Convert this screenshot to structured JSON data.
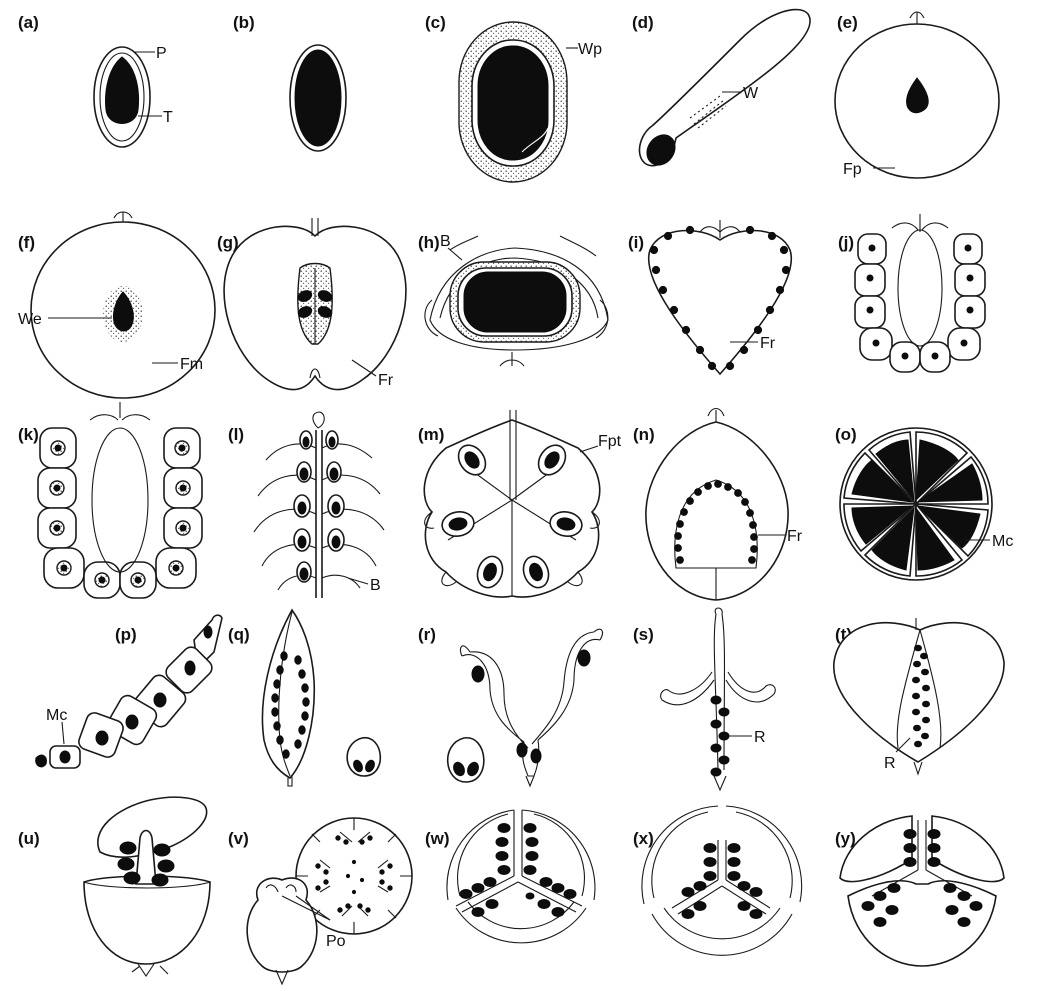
{
  "panels": [
    {
      "id": "a",
      "label": "(a)",
      "callouts": [
        "P",
        "T"
      ]
    },
    {
      "id": "b",
      "label": "(b)",
      "callouts": []
    },
    {
      "id": "c",
      "label": "(c)",
      "callouts": [
        "Wp"
      ]
    },
    {
      "id": "d",
      "label": "(d)",
      "callouts": [
        "W"
      ]
    },
    {
      "id": "e",
      "label": "(e)",
      "callouts": [
        "Fp"
      ]
    },
    {
      "id": "f",
      "label": "(f)",
      "callouts": [
        "We",
        "Fm"
      ]
    },
    {
      "id": "g",
      "label": "(g)",
      "callouts": [
        "Fr"
      ]
    },
    {
      "id": "h",
      "label": "(h)",
      "callouts": [
        "B"
      ]
    },
    {
      "id": "i",
      "label": "(i)",
      "callouts": [
        "Fr"
      ]
    },
    {
      "id": "j",
      "label": "(j)",
      "callouts": []
    },
    {
      "id": "k",
      "label": "(k)",
      "callouts": []
    },
    {
      "id": "l",
      "label": "(l)",
      "callouts": [
        "B"
      ]
    },
    {
      "id": "m",
      "label": "(m)",
      "callouts": [
        "Fpt"
      ]
    },
    {
      "id": "n",
      "label": "(n)",
      "callouts": [
        "Fr"
      ]
    },
    {
      "id": "o",
      "label": "(o)",
      "callouts": [
        "Mc"
      ]
    },
    {
      "id": "p",
      "label": "(p)",
      "callouts": [
        "Mc"
      ]
    },
    {
      "id": "q",
      "label": "(q)",
      "callouts": []
    },
    {
      "id": "r",
      "label": "(r)",
      "callouts": []
    },
    {
      "id": "s",
      "label": "(s)",
      "callouts": [
        "R"
      ]
    },
    {
      "id": "t",
      "label": "(t)",
      "callouts": [
        "R"
      ]
    },
    {
      "id": "u",
      "label": "(u)",
      "callouts": []
    },
    {
      "id": "v",
      "label": "(v)",
      "callouts": [
        "Po"
      ]
    },
    {
      "id": "w",
      "label": "(w)",
      "callouts": []
    },
    {
      "id": "x",
      "label": "(x)",
      "callouts": []
    },
    {
      "id": "y",
      "label": "(y)",
      "callouts": []
    }
  ],
  "colors": {
    "ink": "#0d0d0d",
    "background": "#ffffff"
  }
}
